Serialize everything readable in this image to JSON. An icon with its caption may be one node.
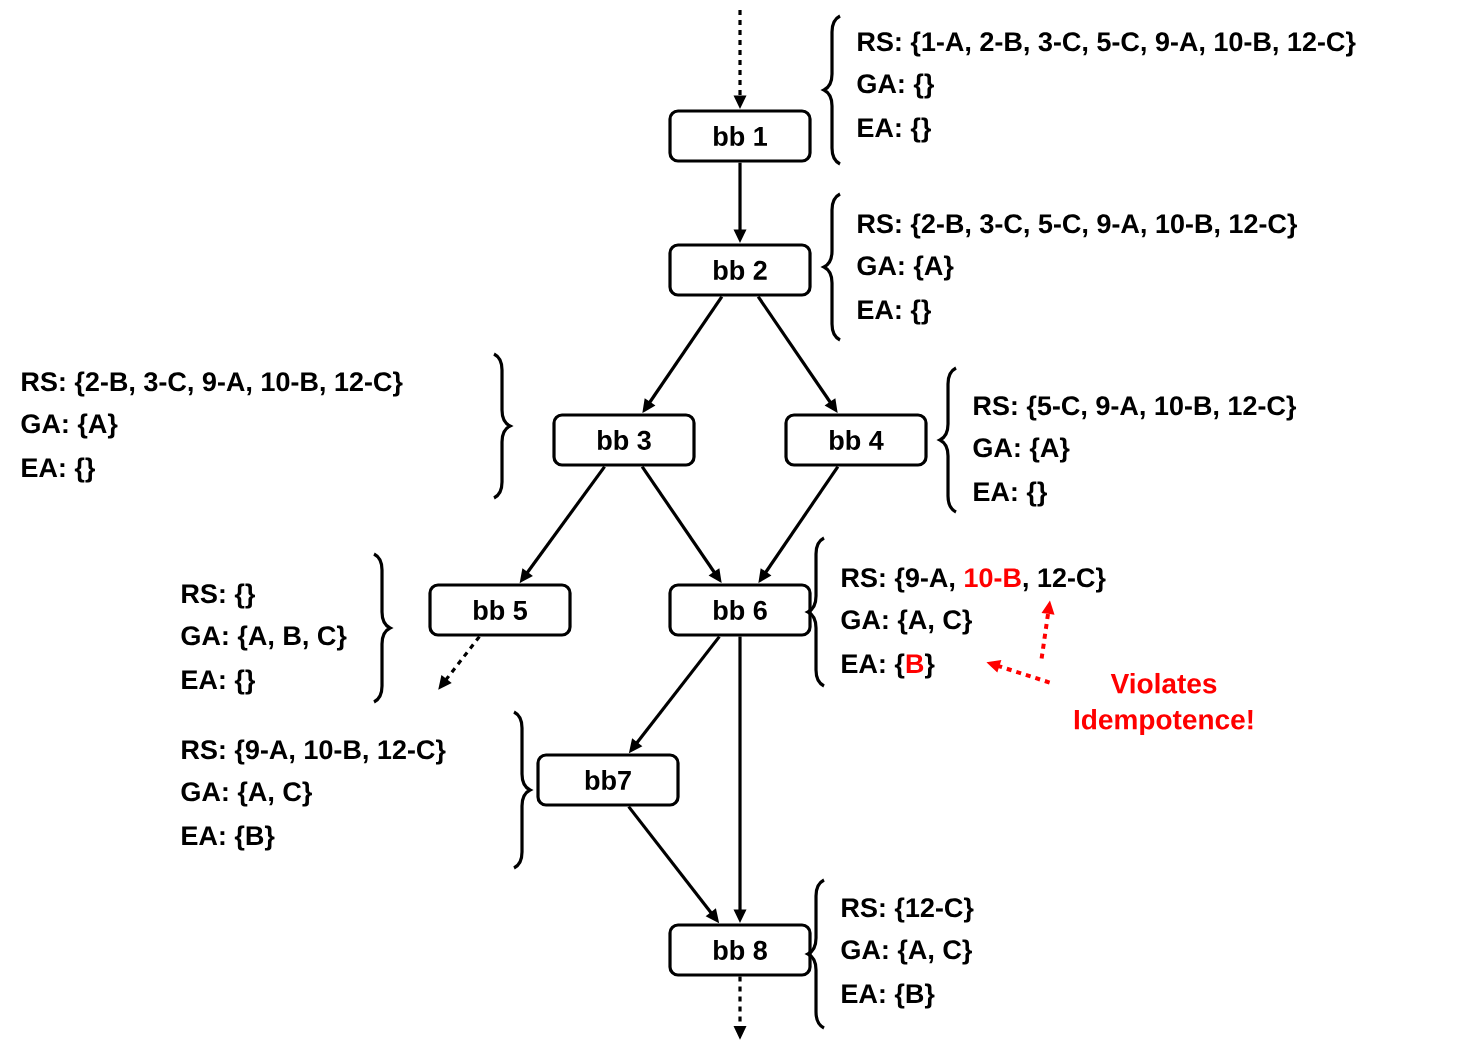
{
  "diagram": {
    "nodes": [
      {
        "text": [
          "bb 1"
        ],
        "beside": [
          "RS: {1-A, 2-B, 3-C, 5-C, 9-A, 10-B, 12-C}",
          "GA: {}",
          "EA: {}"
        ]
      },
      {
        "text": [
          "bb 2"
        ],
        "beside": [
          "RS: {2-B, 3-C, 5-C, 9-A, 10-B, 12-C}",
          "GA: {A}",
          "EA: {}"
        ]
      },
      {
        "text": [
          "bb 3"
        ],
        "beside": [
          "RS: {2-B, 3-C, 9-A, 10-B, 12-C}",
          "GA: {A}",
          "EA: {}"
        ]
      },
      {
        "text": [
          "bb 4"
        ],
        "beside": [
          "RS: {5-C, 9-A, 10-B, 12-C}",
          "GA: {A}",
          "EA: {}"
        ]
      },
      {
        "text": [
          "bb 5"
        ],
        "beside": [
          "RS: {}",
          "GA: {A, B, C}",
          "EA: {}"
        ]
      },
      {
        "text": [
          "bb 6"
        ],
        "beside": [
          "RS: {9-A, **10-B**, 12-C}",
          "GA: {A, C}",
          "EA: {**B**}"
        ]
      },
      {
        "text": [
          "bb7"
        ],
        "beside": [
          "RS: {9-A, 10-B, 12-C}",
          "GA: {A, C}",
          "EA: {B}"
        ]
      },
      {
        "text": [
          "bb 8"
        ],
        "beside": [
          "RS: {12-C}",
          "GA: {A, C}",
          "EA: {B}"
        ]
      },
      {
        "text": [
          "Violates Idempotence!"
        ]
      }
    ],
    "edges": [
      {
        "from": null,
        "to": 0,
        "arrow": "to",
        "style": "dashed"
      },
      {
        "from": 0,
        "to": 1,
        "arrow": "to"
      },
      {
        "from": 1,
        "to": 2,
        "arrow": "to"
      },
      {
        "from": 1,
        "to": 3,
        "arrow": "to"
      },
      {
        "from": 2,
        "to": 4,
        "arrow": "to"
      },
      {
        "from": 2,
        "to": 5,
        "arrow": "to"
      },
      {
        "from": 3,
        "to": 5,
        "arrow": "to"
      },
      {
        "from": 4,
        "to": null,
        "arrow": "to",
        "style": "dashed"
      },
      {
        "from": 5,
        "to": 6,
        "arrow": "to"
      },
      {
        "from": 5,
        "to": 7,
        "arrow": "to"
      },
      {
        "from": 6,
        "to": 7,
        "arrow": "to"
      },
      {
        "from": 7,
        "to": null,
        "arrow": "to",
        "style": "dashed"
      },
      {
        "from": 8,
        "to": 5,
        "arrow": "to",
        "style": "dashed",
        "color": "#ff0000"
      },
      {
        "from": 8,
        "to": 5,
        "arrow": "to",
        "style": "dashed",
        "color": "#ff0000"
      }
    ]
  }
}
